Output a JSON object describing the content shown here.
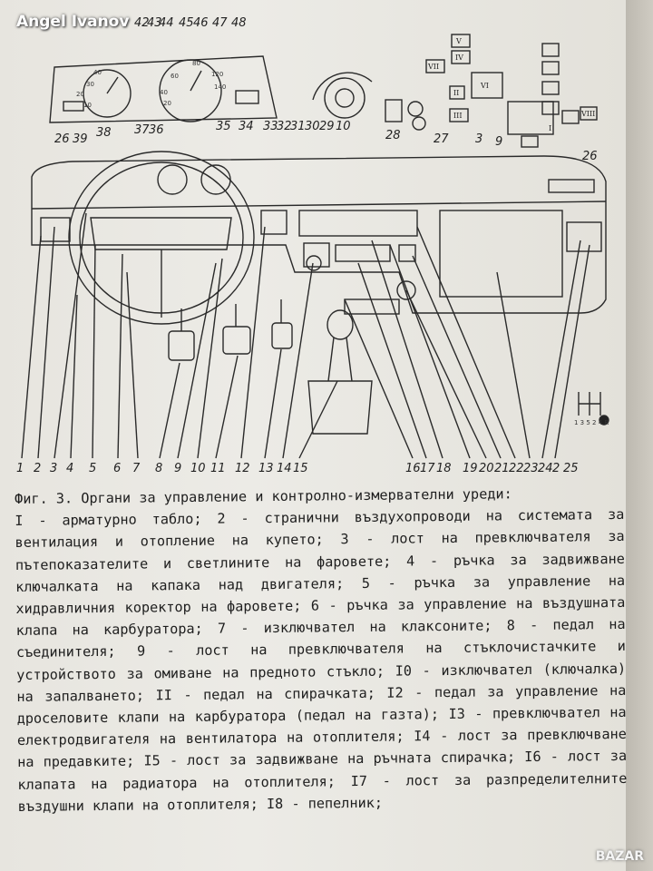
{
  "watermark": "Angel Ivanov",
  "corner_logo": "BAZAR",
  "figure": {
    "top_labels": [
      "26",
      "39",
      "38",
      "37",
      "36",
      "35",
      "34",
      "33",
      "32",
      "31",
      "30",
      "29",
      "10",
      "28",
      "27",
      "3",
      "9"
    ],
    "cluster_labels": [
      "42",
      "43",
      "44",
      "45",
      "46",
      "47",
      "48"
    ],
    "side_label": "26",
    "bottom_labels": [
      "1",
      "2",
      "3",
      "4",
      "5",
      "6",
      "7",
      "8",
      "9",
      "10",
      "11",
      "12",
      "13",
      "14",
      "15",
      "16",
      "17",
      "18",
      "19",
      "20",
      "21",
      "22",
      "23",
      "24",
      "2",
      "25"
    ],
    "switch_romans": [
      "V",
      "IV",
      "VII",
      "II",
      "III",
      "VI",
      "I",
      "VIII"
    ],
    "gear_numbers": "1 3 5 2 4 R",
    "caption_title": "Фиг. 3. Органи за управление и контролно-измервателни уреди:",
    "caption_text": "I - арматурно табло; 2 - странични въздухопроводи на системата за вентилация и отопление на купето; 3 - лост на превключвателя за пътепоказателите и светлините на фаровете; 4 - ръчка за задвижване ключалката на капака над двигателя; 5 - ръчка за управление на хидравличния коректор на фаровете; 6 - ръчка за управление на въздушната клапа на карбуратора; 7 - изключвател на клаксоните; 8 - педал на съединителя; 9 - лост на превключвателя на стъклочистачките и устройството за омиване на предното стъкло; I0 - изключвател (ключалка) на запалването; II - педал на спирачката; I2 - педал за управление на дроселовите клапи на карбуратора (педал на газта); I3 - превключвател на електродвигателя на вентилатора на отоплителя; I4 - лост за превключване на предавките; I5 - лост за задвижване на ръчната спирачка; I6 - лост за клапата на радиатора на отоплителя; I7 - лост за разпределителните въздушни клапи на отоплителя; I8 - пепелник;"
  }
}
